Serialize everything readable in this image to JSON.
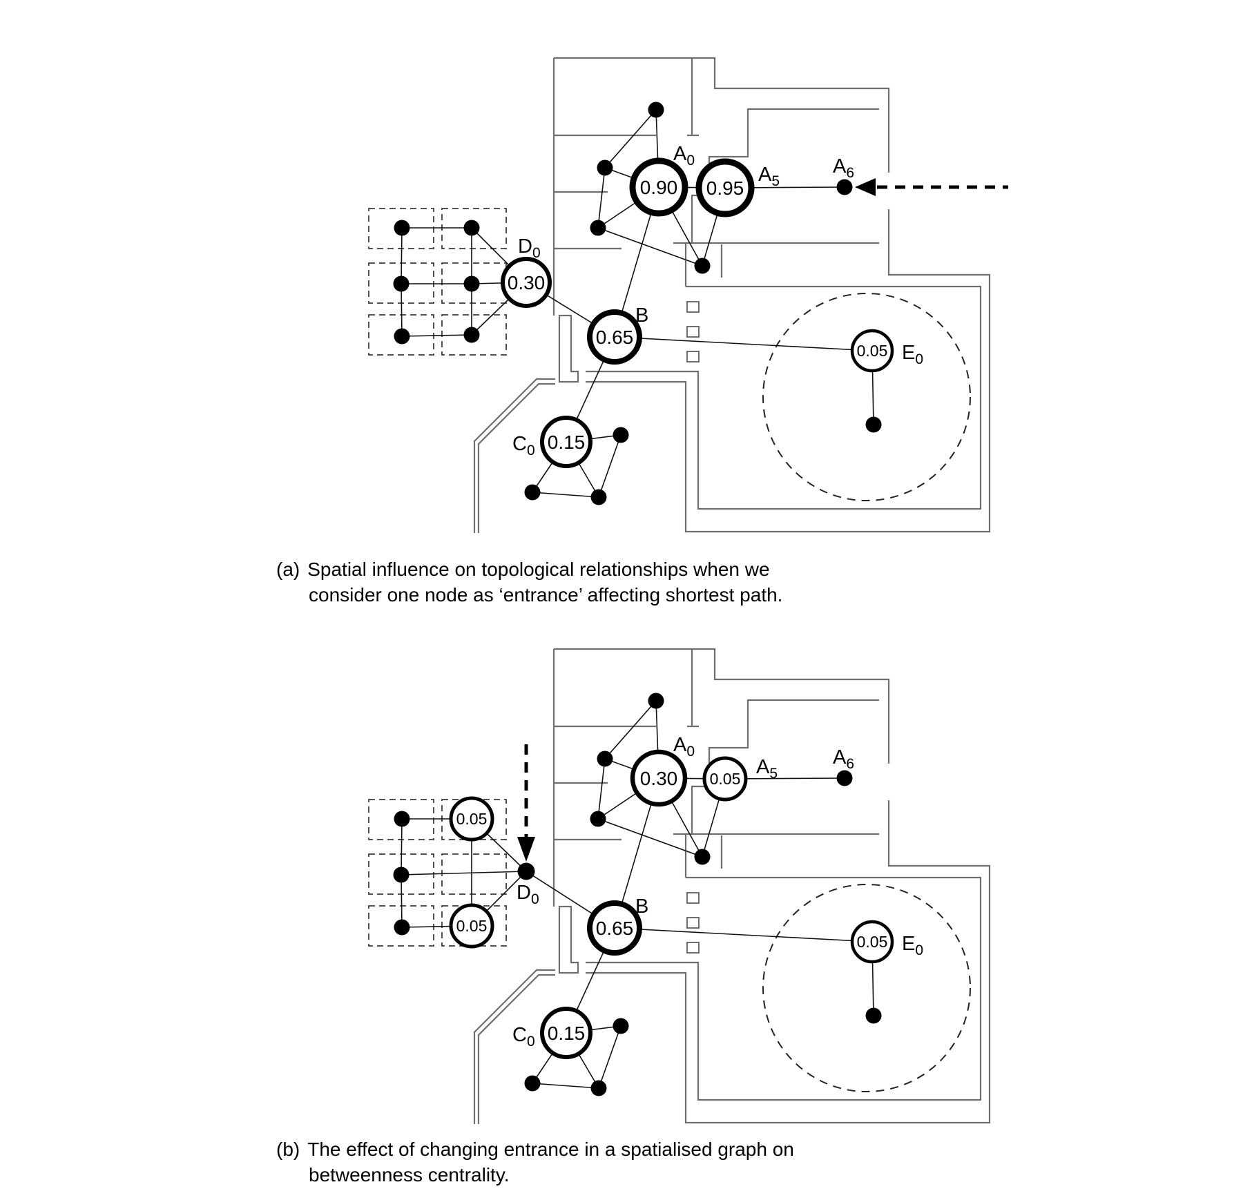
{
  "colors": {
    "wall": "#6e6e6e",
    "edge": "#111111",
    "node_stroke": "#000000",
    "node_fill": "#ffffff",
    "dashed": "#222222"
  },
  "node_labels": {
    "A0": {
      "base": "A",
      "sub": "0"
    },
    "A5": {
      "base": "A",
      "sub": "5"
    },
    "A6": {
      "base": "A",
      "sub": "6"
    },
    "B": {
      "base": "B",
      "sub": ""
    },
    "C0": {
      "base": "C",
      "sub": "0"
    },
    "D0": {
      "base": "D",
      "sub": "0"
    },
    "E0": {
      "base": "E",
      "sub": "0"
    }
  },
  "panel_a": {
    "values": {
      "A0": "0.90",
      "A5": "0.95",
      "D0": "0.30",
      "B": "0.65",
      "C0": "0.15",
      "E0": "0.05"
    },
    "caption": {
      "tag": "(a)",
      "line1": "Spatial influence on topological relationships when we",
      "line2": "consider one node as ‘entrance’ affecting shortest path."
    }
  },
  "panel_b": {
    "values": {
      "A0": "0.30",
      "A5": "0.05",
      "cluster_top": "0.05",
      "cluster_bottom": "0.05",
      "B": "0.65",
      "C0": "0.15",
      "E0": "0.05"
    },
    "caption": {
      "tag": "(b)",
      "line1": "The effect of changing entrance in a spatialised graph on",
      "line2": "betweenness centrality."
    }
  }
}
